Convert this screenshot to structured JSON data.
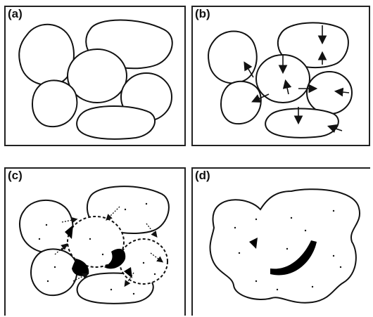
{
  "panels": [
    {
      "id": "a",
      "label": "(a)"
    },
    {
      "id": "b",
      "label": "(b)"
    },
    {
      "id": "c",
      "label": "(c)"
    },
    {
      "id": "d",
      "label": "(d)"
    }
  ],
  "colors": {
    "line": "#111111",
    "fill": "#ffffff",
    "dark": "#000000"
  }
}
